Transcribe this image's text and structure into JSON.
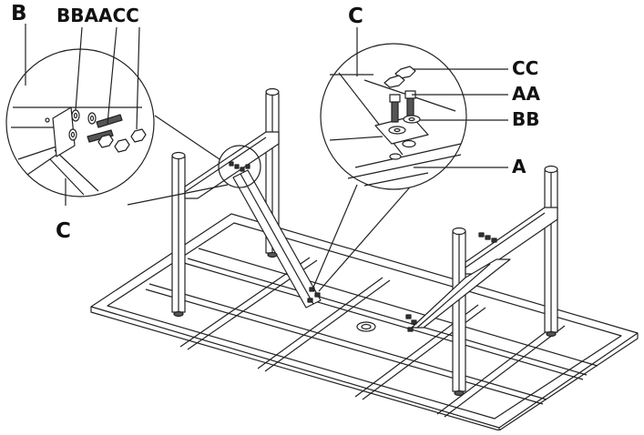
{
  "labels": {
    "left_callout": {
      "b": "B",
      "bb_aa_cc": "BBAACC",
      "c": "C"
    },
    "right_callout": {
      "c": "C",
      "cc": "CC",
      "aa": "AA",
      "bb": "BB",
      "a": "A"
    }
  },
  "parts": {
    "frame": "table-leg-frame",
    "leg_mount": "leg-brace-bracket",
    "bolt": "bolt",
    "washer": "washer",
    "nut": "nut",
    "table_top": "table-top-underside"
  }
}
